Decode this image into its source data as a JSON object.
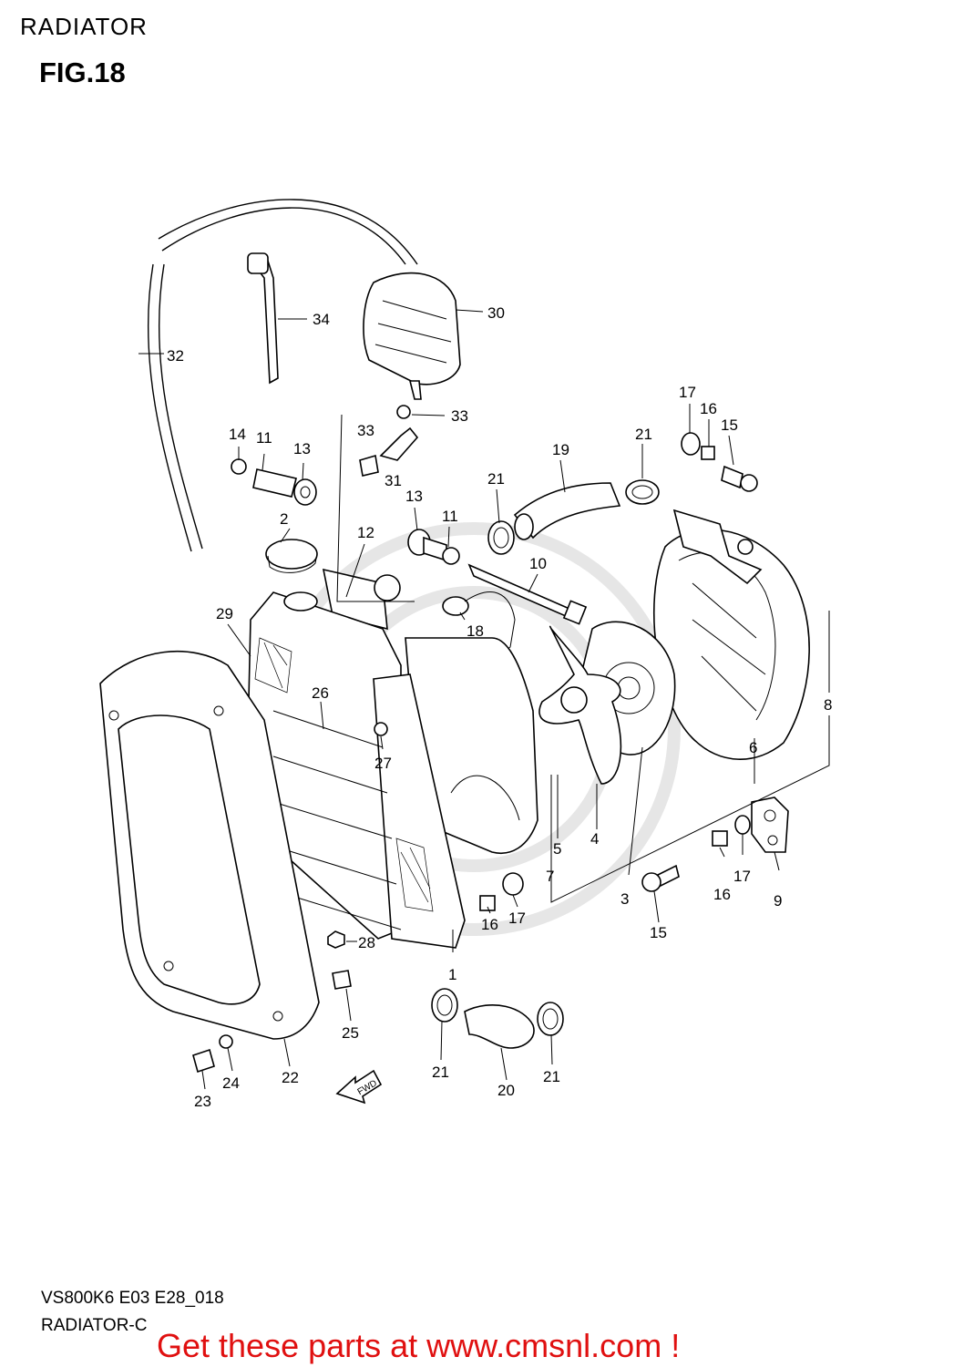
{
  "header": {
    "title": "RADIATOR",
    "figure": "FIG.18"
  },
  "footer": {
    "code": "VS800K6 E03 E28_018",
    "subtitle": "RADIATOR-C"
  },
  "promo": {
    "text": "Get these parts at www.cmsnl.com !"
  },
  "arrow": {
    "label": "FWD"
  },
  "parts": [
    {
      "id": "p34",
      "num": "34"
    },
    {
      "id": "p30",
      "num": "30"
    },
    {
      "id": "p32",
      "num": "32"
    },
    {
      "id": "p33a",
      "num": "33"
    },
    {
      "id": "p33b",
      "num": "33"
    },
    {
      "id": "p31",
      "num": "31"
    },
    {
      "id": "p14",
      "num": "14"
    },
    {
      "id": "p11a",
      "num": "11"
    },
    {
      "id": "p13a",
      "num": "13"
    },
    {
      "id": "p2",
      "num": "2"
    },
    {
      "id": "p12",
      "num": "12"
    },
    {
      "id": "p13b",
      "num": "13"
    },
    {
      "id": "p11b",
      "num": "11"
    },
    {
      "id": "p21a",
      "num": "21"
    },
    {
      "id": "p19",
      "num": "19"
    },
    {
      "id": "p21b",
      "num": "21"
    },
    {
      "id": "p17a",
      "num": "17"
    },
    {
      "id": "p16a",
      "num": "16"
    },
    {
      "id": "p15a",
      "num": "15"
    },
    {
      "id": "p10",
      "num": "10"
    },
    {
      "id": "p18",
      "num": "18"
    },
    {
      "id": "p29",
      "num": "29"
    },
    {
      "id": "p26",
      "num": "26"
    },
    {
      "id": "p27",
      "num": "27"
    },
    {
      "id": "p8",
      "num": "8"
    },
    {
      "id": "p6",
      "num": "6"
    },
    {
      "id": "p5",
      "num": "5"
    },
    {
      "id": "p4",
      "num": "4"
    },
    {
      "id": "p7",
      "num": "7"
    },
    {
      "id": "p3",
      "num": "3"
    },
    {
      "id": "p16b",
      "num": "16"
    },
    {
      "id": "p17b",
      "num": "17"
    },
    {
      "id": "p9",
      "num": "9"
    },
    {
      "id": "p15b",
      "num": "15"
    },
    {
      "id": "p16c",
      "num": "16"
    },
    {
      "id": "p17c",
      "num": "17"
    },
    {
      "id": "p28",
      "num": "28"
    },
    {
      "id": "p1",
      "num": "1"
    },
    {
      "id": "p25",
      "num": "25"
    },
    {
      "id": "p21c",
      "num": "21"
    },
    {
      "id": "p20",
      "num": "20"
    },
    {
      "id": "p21d",
      "num": "21"
    },
    {
      "id": "p22",
      "num": "22"
    },
    {
      "id": "p24",
      "num": "24"
    },
    {
      "id": "p23",
      "num": "23"
    }
  ]
}
